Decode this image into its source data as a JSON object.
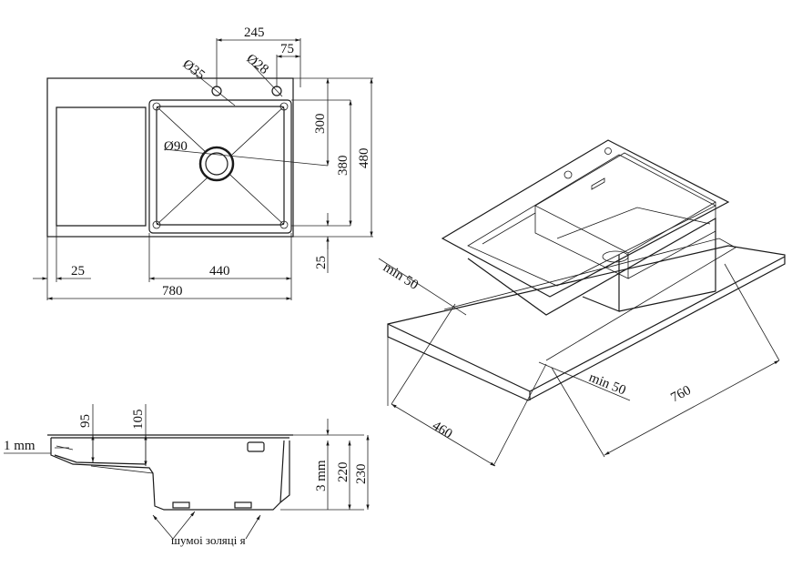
{
  "dimensions": {
    "d245": "245",
    "d75": "75",
    "d35": "Ø35",
    "d28": "Ø28",
    "d300": "300",
    "d380": "380",
    "d480": "480",
    "d90": "Ø90",
    "d25_bottom": "25",
    "d25_left": "25",
    "d440": "440",
    "d780": "780",
    "min50_a": "min 50",
    "min50_b": "min 50",
    "d460": "460",
    "d760": "760",
    "d95": "95",
    "d105": "105",
    "d1mm": "1 mm",
    "d3mm": "3 mm",
    "d220": "220",
    "d230": "230"
  },
  "labels": {
    "noise_insulation": "шумоі золяці я"
  }
}
